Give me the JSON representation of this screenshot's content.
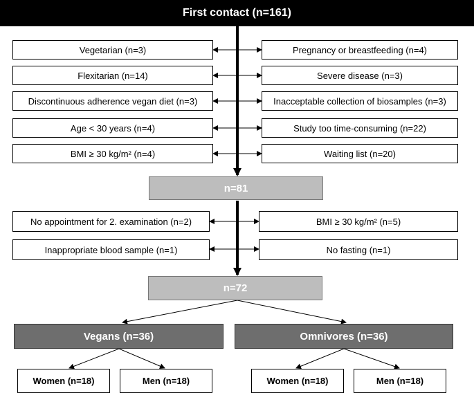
{
  "top": {
    "label": "First contact  (n=161)"
  },
  "exclusions_1": {
    "left": [
      "Vegetarian (n=3)",
      "Flexitarian (n=14)",
      "Discontinuous  adherence vegan diet (n=3)",
      "Age < 30 years  (n=4)",
      "BMI ≥ 30 kg/m² (n=4)"
    ],
    "right": [
      "Pregnancy or breastfeeding (n=4)",
      "Severe disease (n=3)",
      "Inacceptable collection of biosamples (n=3)",
      "Study too time-consuming (n=22)",
      "Waiting list (n=20)"
    ]
  },
  "stage_2": {
    "label": "n=81"
  },
  "exclusions_2": {
    "left": [
      "No appointment for 2. examination (n=2)",
      "Inappropriate blood sample (n=1)"
    ],
    "right": [
      "BMI ≥ 30 kg/m² (n=5)",
      "No fasting (n=1)"
    ]
  },
  "stage_3": {
    "label": "n=72"
  },
  "groups": {
    "vegans": {
      "label": "Vegans (n=36)",
      "women": "Women (n=18)",
      "men": "Men (n=18)"
    },
    "omnivores": {
      "label": "Omnivores (n=36)",
      "women": "Women (n=18)",
      "men": "Men (n=18)"
    }
  }
}
